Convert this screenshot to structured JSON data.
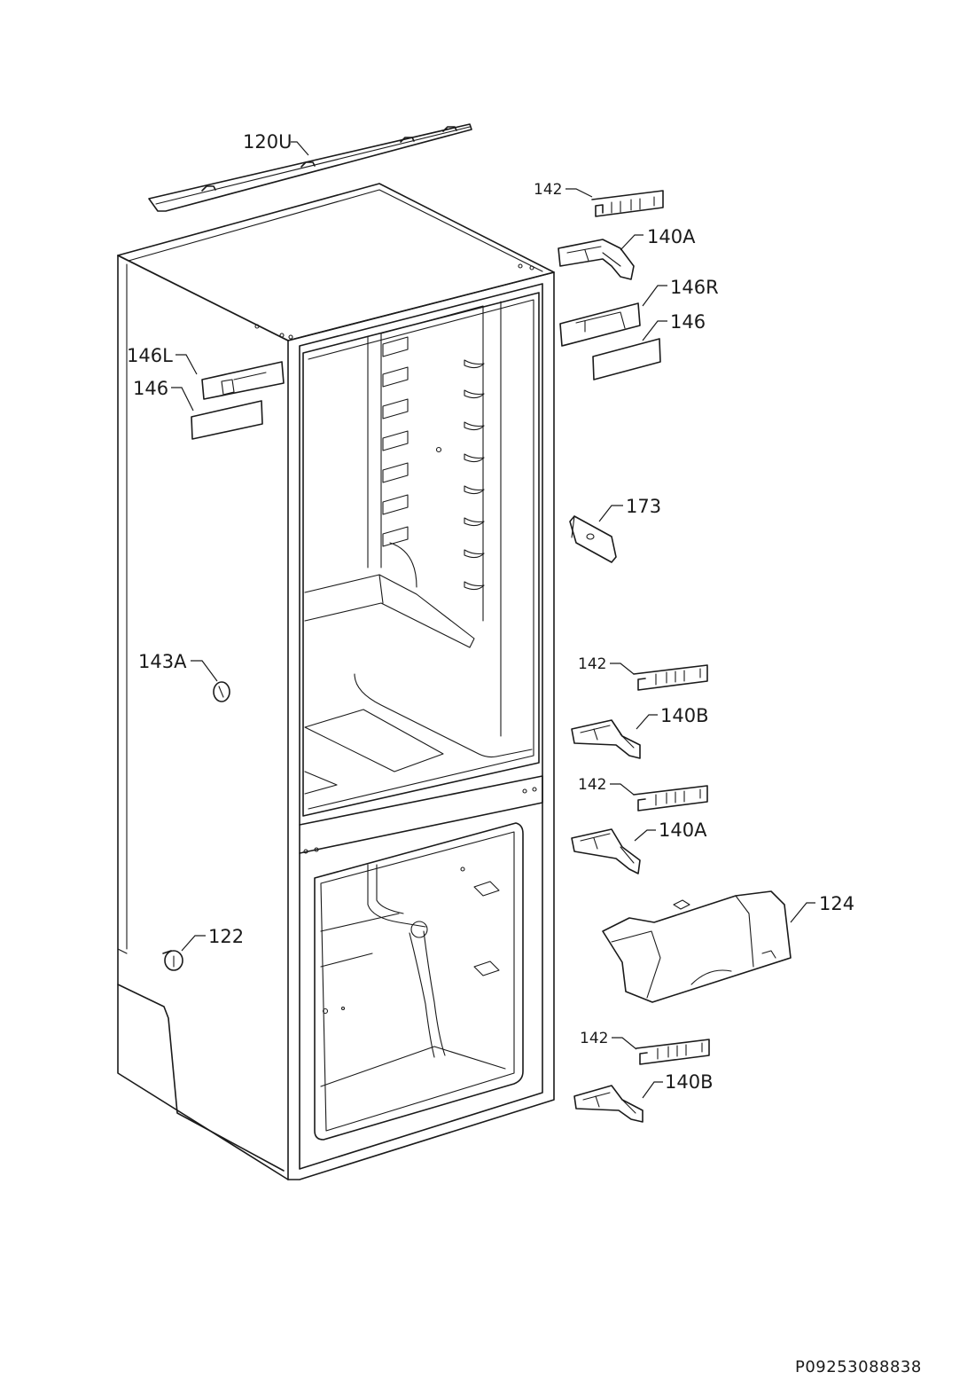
{
  "labels": {
    "top_rail": "120U",
    "shim_1": "142",
    "hinge_top": "140A",
    "cover_right": "146R",
    "cover_right_plate": "146",
    "cover_left": "146L",
    "cover_left_plate": "146",
    "handle": "173",
    "plug": "143A",
    "shim_2": "142",
    "hinge_mid_lower": "140B",
    "shim_3": "142",
    "hinge_mid_upper": "140A",
    "divider_cover": "124",
    "foot": "122",
    "shim_4": "142",
    "hinge_bottom": "140B"
  },
  "document_id": "P09253088838"
}
